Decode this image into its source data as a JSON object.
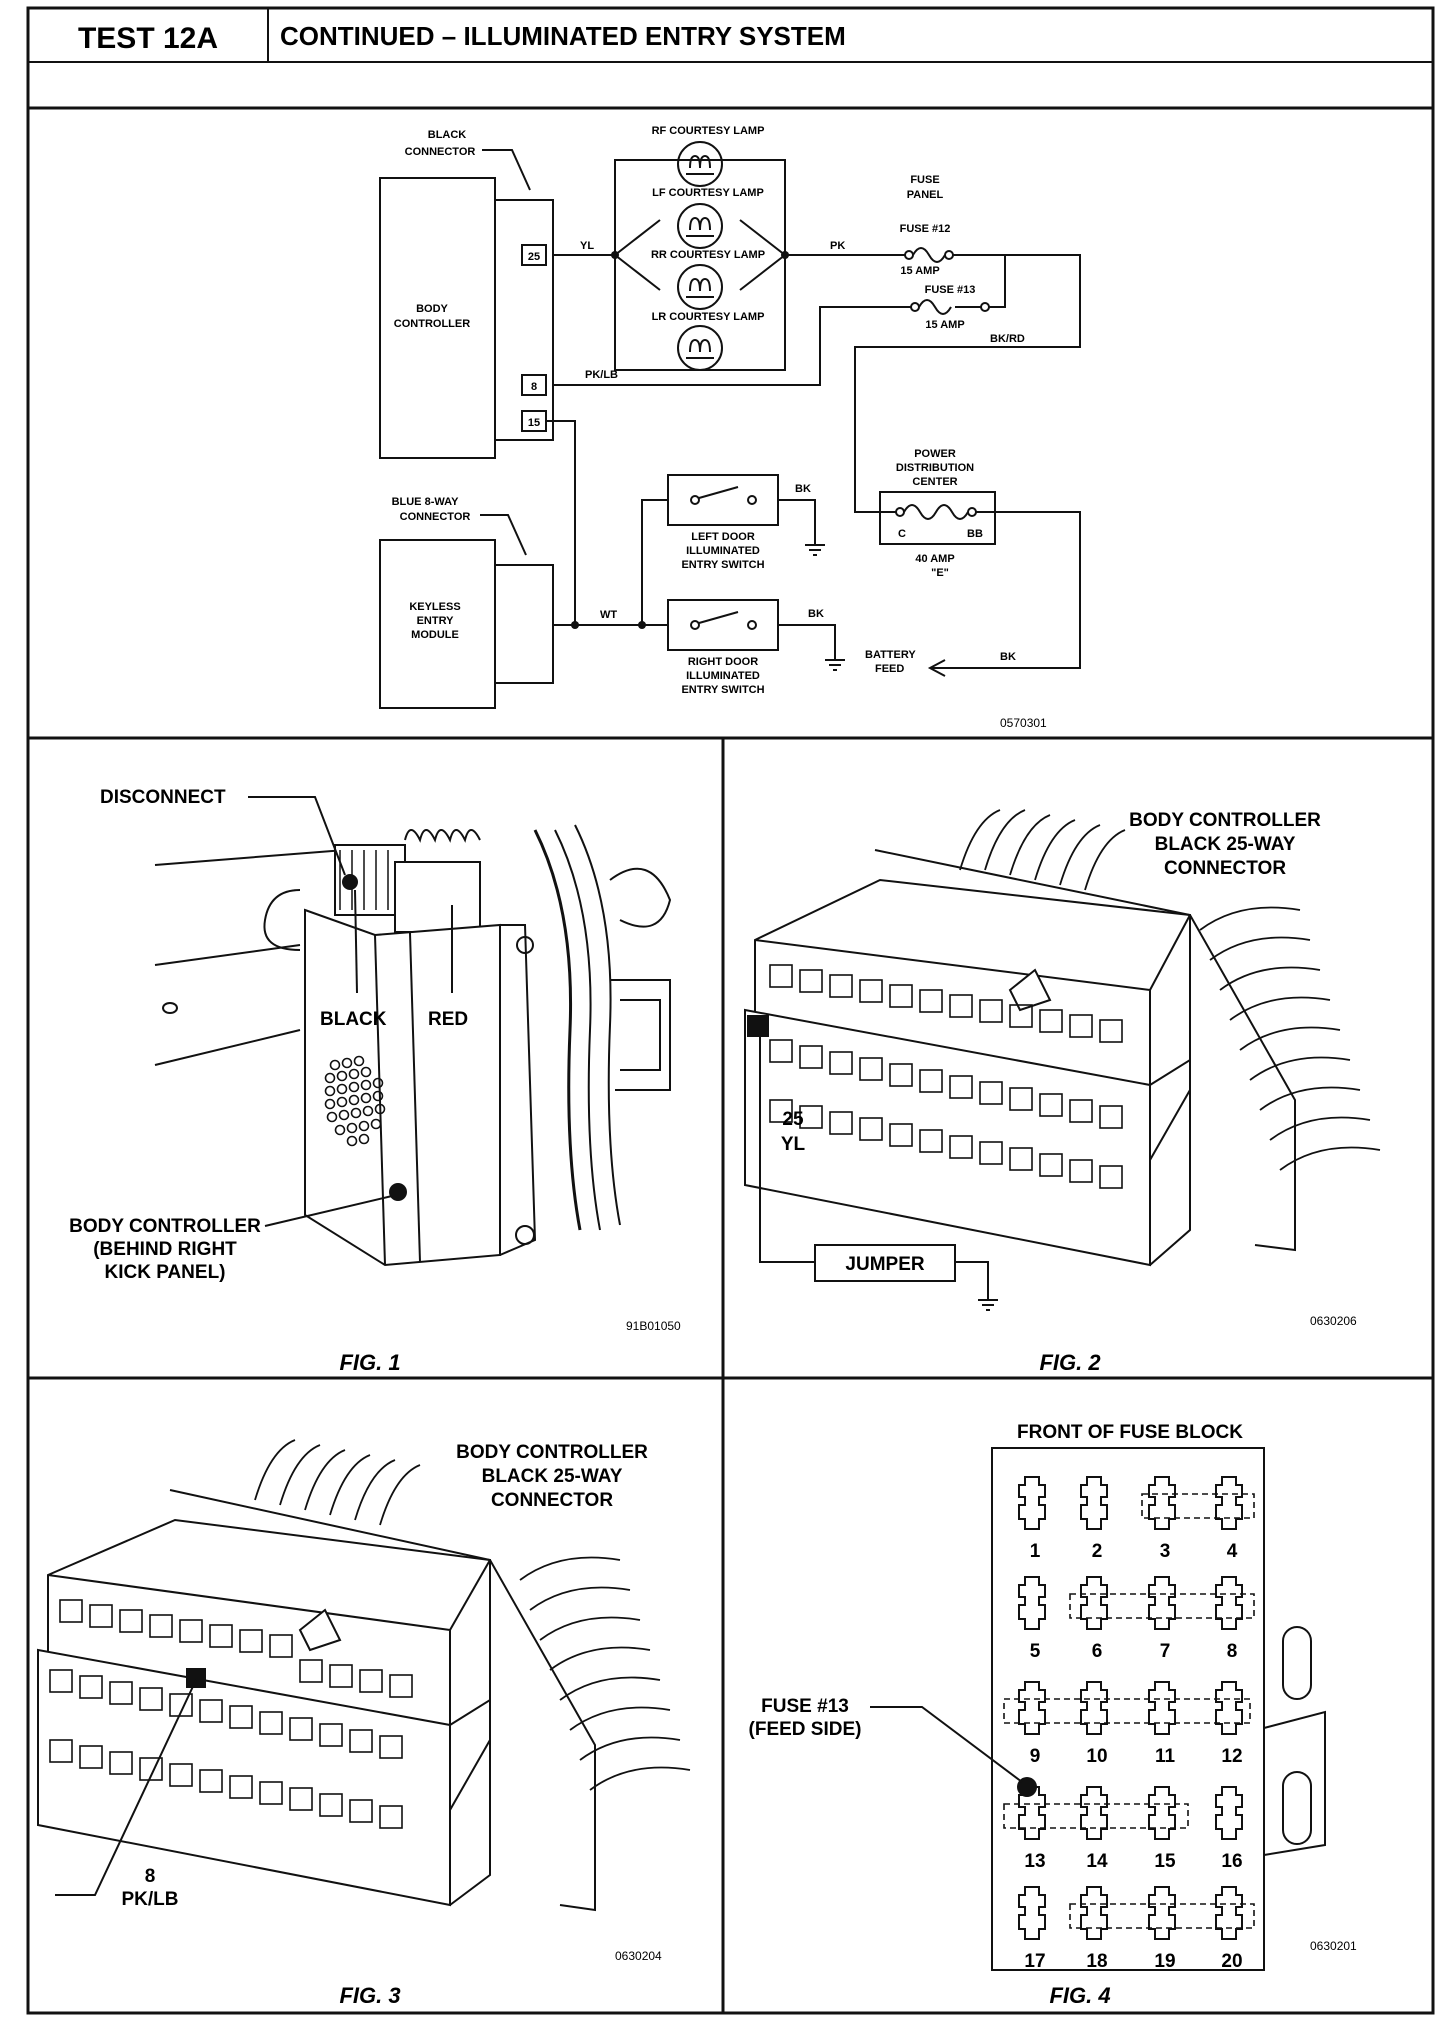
{
  "header": {
    "test_id": "TEST 12A",
    "title": "CONTINUED – ILLUMINATED ENTRY SYSTEM"
  },
  "schematic": {
    "black_connector": [
      "BLACK",
      "CONNECTOR"
    ],
    "body_controller": [
      "BODY",
      "CONTROLLER"
    ],
    "pins": {
      "p25": "25",
      "p8": "8",
      "p15": "15"
    },
    "lamps": [
      "RF COURTESY LAMP",
      "LF COURTESY LAMP",
      "RR COURTESY LAMP",
      "LR COURTESY LAMP"
    ],
    "wires": {
      "yl": "YL",
      "pk": "PK",
      "pklb": "PK/LB",
      "bkrd": "BK/RD",
      "wt": "WT",
      "bk1": "BK",
      "bk2": "BK",
      "bk3": "BK"
    },
    "fuse_panel": [
      "FUSE",
      "PANEL"
    ],
    "fuse12": [
      "FUSE #12",
      "15 AMP"
    ],
    "fuse13": [
      "FUSE #13",
      "15 AMP"
    ],
    "pdc": [
      "POWER",
      "DISTRIBUTION",
      "CENTER"
    ],
    "pdc_pins": {
      "c": "C",
      "bb": "BB"
    },
    "pdc_fuse": [
      "40 AMP",
      "\"E\""
    ],
    "blue_connector": [
      "BLUE 8-WAY",
      "CONNECTOR"
    ],
    "keyless": [
      "KEYLESS",
      "ENTRY",
      "MODULE"
    ],
    "left_switch": [
      "LEFT DOOR",
      "ILLUMINATED",
      "ENTRY SWITCH"
    ],
    "right_switch": [
      "RIGHT DOOR",
      "ILLUMINATED",
      "ENTRY SWITCH"
    ],
    "battery": [
      "BATTERY",
      "FEED"
    ],
    "code": "0570301"
  },
  "fig1": {
    "disconnect": "DISCONNECT",
    "black": "BLACK",
    "red": "RED",
    "body_controller": [
      "BODY CONTROLLER",
      "(BEHIND RIGHT",
      "KICK PANEL)"
    ],
    "code": "91B01050",
    "caption": "FIG. 1"
  },
  "fig2": {
    "title": [
      "BODY CONTROLLER",
      "BLACK 25-WAY",
      "CONNECTOR"
    ],
    "pin": [
      "25",
      "YL"
    ],
    "jumper": "JUMPER",
    "code": "0630206",
    "caption": "FIG. 2"
  },
  "fig3": {
    "title": [
      "BODY CONTROLLER",
      "BLACK 25-WAY",
      "CONNECTOR"
    ],
    "pin": [
      "8",
      "PK/LB"
    ],
    "code": "0630204",
    "caption": "FIG. 3"
  },
  "fig4": {
    "title": "FRONT OF FUSE BLOCK",
    "fuse_label": [
      "FUSE #13",
      "(FEED SIDE)"
    ],
    "numbers": [
      "1",
      "2",
      "3",
      "4",
      "5",
      "6",
      "7",
      "8",
      "9",
      "10",
      "11",
      "12",
      "13",
      "14",
      "15",
      "16",
      "17",
      "18",
      "19",
      "20"
    ],
    "code": "0630201",
    "caption": "FIG. 4"
  }
}
